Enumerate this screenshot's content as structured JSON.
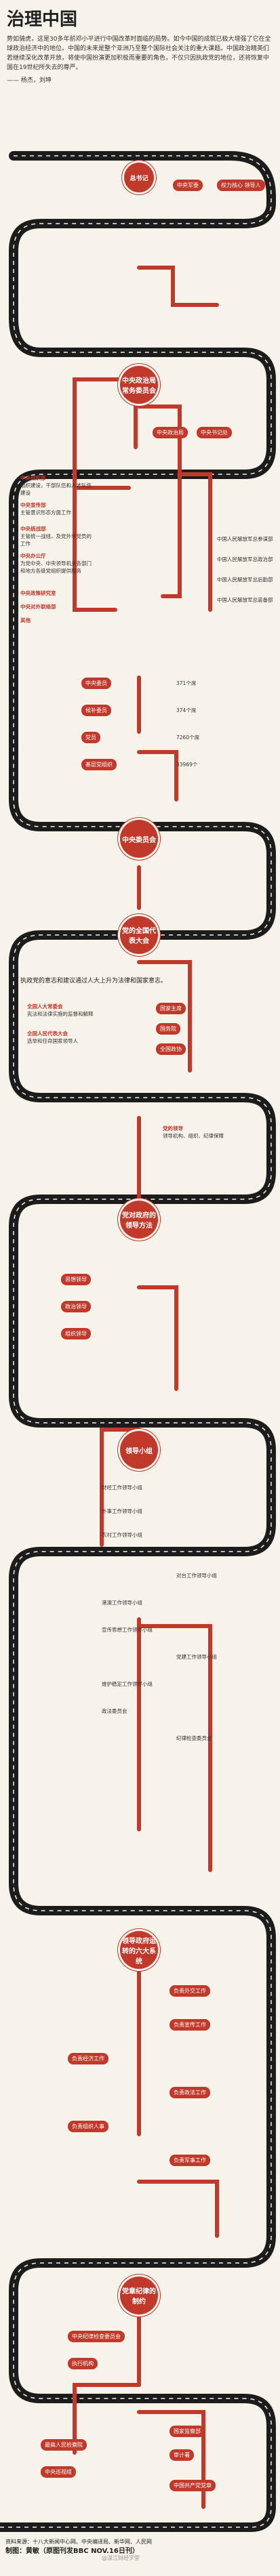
{
  "title": "治理中国",
  "intro": "势如骑虎，这是30多年前邓小平进行中国改革时面临的局势。如今中国的成就已极大增强了它在全球政治经济中的地位。中国的未来是整个亚洲乃至整个国际社会关注的重大课题。中国政治精英们若继续深化改革开放，将使中国扮演更加积极而重要的角色，不仅只因执政党的地位，还将恢复中国在19世纪所失去的尊严。",
  "author": "—— 杨杰，刘坤",
  "nodes": {
    "general_secretary": "总书记",
    "pb_standing": "中央政治局常务委员会",
    "cc": "中央委员会",
    "npc": "党的全国代表大会",
    "leadership_style": "党对政府的领导方法",
    "leading_groups": "领导小组",
    "six_systems": "领导政府运转的六大系统",
    "discipline": "党章纪律的制约"
  },
  "labels": {
    "military_commission": "中央军委",
    "secretary_role": "权力核心 领导人",
    "politburo": "中央政治局",
    "secretariat": "中央书记处",
    "org_dept": "中央组织部",
    "org_dept_desc": "组织建设，干部队伍和人才队伍建设",
    "propaganda": "中央宣传部",
    "propaganda_desc": "主管意识形态方面工作",
    "united_front": "中央统战部",
    "united_front_desc": "主管统一战线，及党外非党员的工作",
    "office": "中央办公厅",
    "office_desc": "为党中央、中央领导机关各部门和地方各级党组织提供服务",
    "policy_research": "中央政策研究室",
    "policy_research2": "中央对外联络部",
    "others": "其他",
    "npc_party": "中国人民解放军总参谋部",
    "pla_politics": "中国人民解放军总政治部",
    "pla_logistics": "中国人民解放军总后勤部",
    "pla_armament": "中国人民解放军总装备部",
    "cc_members": "中央委员",
    "cc_members_count": "371个席",
    "alt_members": "候补委员",
    "alt_members_count": "374个席",
    "party_members": "党员",
    "party_members_count": "7260个席",
    "cadres": "基层党组织",
    "cadres_count": "33969个",
    "npc_caption": "执政党的意志和建议通过人大上升为法律和国家意志。",
    "npc_chair": "全国人大常委会",
    "npc_chair_desc": "宪法和法律实施的监督和解释",
    "npc_reps": "全国人民代表大会",
    "npc_reps_desc": "选举和任命国家领导人",
    "state_president": "国家主席",
    "state_council": "国务院",
    "cppcc": "全国政协",
    "party_leadership": "党的领导",
    "party_leadership_desc": "领导机构、组织、纪律保障",
    "ideology": "思想领导",
    "political": "政治领导",
    "organizational": "组织领导",
    "lg_finance": "财经工作领导小组",
    "lg_foreign": "外事工作领导小组",
    "lg_rural": "农村工作领导小组",
    "lg_taiwan": "对台工作领导小组",
    "lg_hk": "港澳工作领导小组",
    "lg_propaganda": "宣传思想工作领导小组",
    "lg_party_building": "党建工作领导小组",
    "lg_stability": "维护稳定工作领导小组",
    "lg_legal": "政法委员会",
    "lg_discipline": "纪律检查委员会",
    "six_1": "负责外交工作",
    "six_2": "负责宣传工作",
    "six_3": "负责经济工作",
    "six_4": "负责政法工作",
    "six_5": "负责组织人事",
    "six_6": "负责军事工作",
    "disc_1": "中央纪律检查委员会",
    "disc_2": "执行机构",
    "disc_3": "国家监察部",
    "disc_4": "审计署",
    "disc_5": "最高人民检察院",
    "disc_6": "中央巡视组",
    "disc_7": "中国共产党党章"
  },
  "footer": {
    "sources": "资料来源：十八大新闻中心网、中央编译局、新华网、人民网",
    "credit": "制图：黄敏（原图刊发BBC NOV.16日刊）",
    "watermark": "@温江财经学堂"
  },
  "colors": {
    "accent": "#c0392b",
    "road": "#1c1c1c",
    "background": "#f7f2ea"
  }
}
